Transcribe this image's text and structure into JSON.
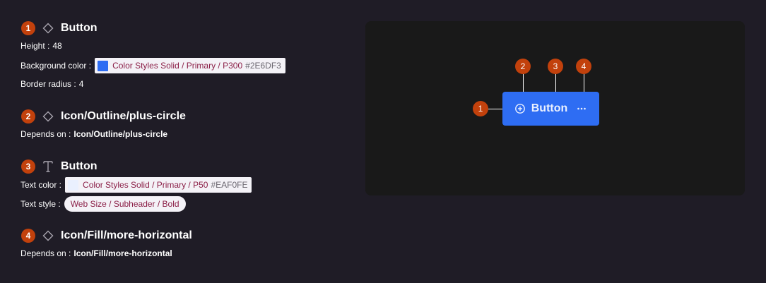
{
  "items": [
    {
      "number": "1",
      "kind_icon": "diamond-icon",
      "title": "Button",
      "props": {
        "height_label": "Height :",
        "height_value": "48",
        "bg_label": "Background color :",
        "bg_token": "Color Styles Solid / Primary / P300",
        "bg_hex": "#2E6DF3",
        "radius_label": "Border radius :",
        "radius_value": "4"
      }
    },
    {
      "number": "2",
      "kind_icon": "diamond-icon",
      "title": "Icon/Outline/plus-circle",
      "props": {
        "depends_label": "Depends on :",
        "depends_value": "Icon/Outline/plus-circle"
      }
    },
    {
      "number": "3",
      "kind_icon": "text-icon",
      "title": "Button",
      "props": {
        "color_label": "Text color :",
        "color_token": "Color Styles Solid / Primary / P50",
        "color_hex": "#EAF0FE",
        "style_label": "Text style :",
        "style_value": "Web Size / Subheader / Bold"
      }
    },
    {
      "number": "4",
      "kind_icon": "diamond-icon",
      "title": "Icon/Fill/more-horizontal",
      "props": {
        "depends_label": "Depends on :",
        "depends_value": "Icon/Fill/more-horizontal"
      }
    }
  ],
  "preview": {
    "button_label": "Button",
    "callouts": [
      "1",
      "2",
      "3",
      "4"
    ],
    "left_icon": "plus-circle-icon",
    "right_icon": "more-horizontal-icon"
  },
  "colors": {
    "badge": "#C2410C",
    "button_bg": "#2E6DF3",
    "button_text": "#EAF0FE",
    "token_text": "#8B1F47"
  }
}
